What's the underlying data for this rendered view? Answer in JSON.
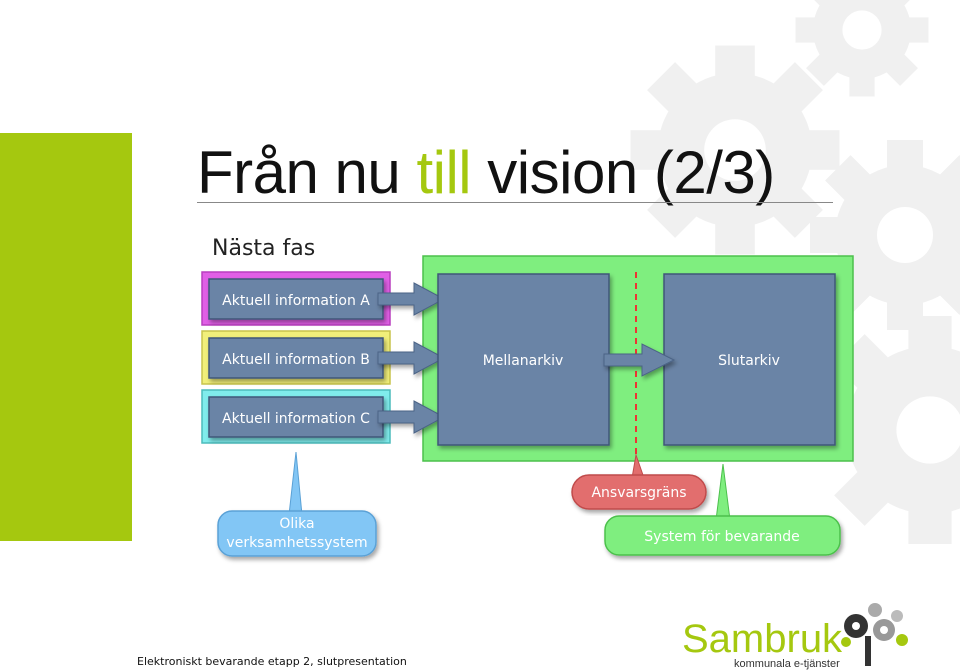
{
  "title": {
    "part1": "Från nu ",
    "highlight": "till",
    "part2": " vision (2/3)"
  },
  "diagram": {
    "heading": "Nästa fas",
    "current_items": [
      {
        "label": "Aktuell information A",
        "color": "#e05fe6"
      },
      {
        "label": "Aktuell information B",
        "color": "#f1ef7a"
      },
      {
        "label": "Aktuell information C",
        "color": "#80ecec"
      }
    ],
    "interim_archive": "Mellanarkiv",
    "final_archive": "Slutarkiv",
    "responsibility_boundary": "Ansvarsgräns",
    "systems_callout": [
      "Olika",
      "verksamhetssystem"
    ],
    "preservation_callout": "System för bevarande"
  },
  "footer": {
    "text": "Elektroniskt bevarande etapp 2, slutpresentation",
    "logo_name": "Sambruk",
    "logo_tagline": "kommunala e-tjänster"
  },
  "colors": {
    "accent_green": "#a5c80f",
    "preservation_green": "#7fee7f",
    "archive_blue": "#6a84a6",
    "boundary_red": "#e26e6e",
    "systems_blue": "#82c6f5"
  }
}
